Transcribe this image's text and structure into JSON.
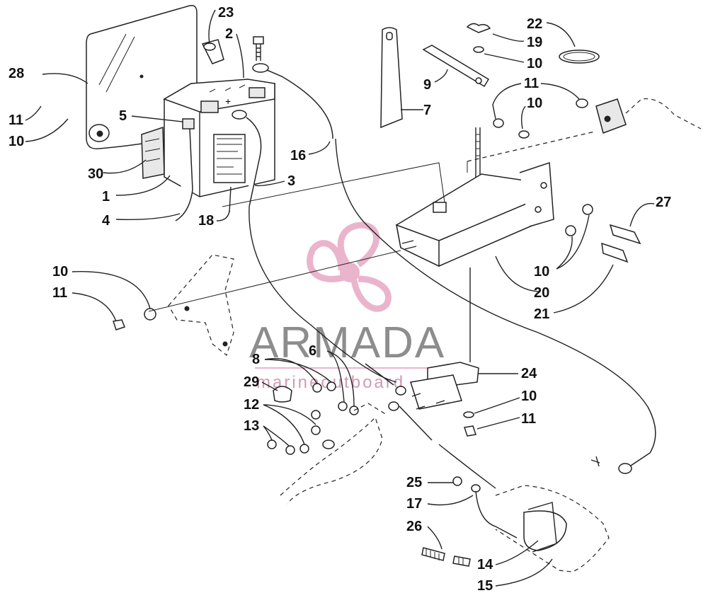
{
  "watermark": {
    "brand": "ARMADA",
    "tagline": "marineoutboard",
    "logo_color": "#e7a9c4",
    "text_color": "#7a7a7a"
  },
  "callouts": {
    "c1": "1",
    "c2": "2",
    "c3": "3",
    "c4": "4",
    "c5": "5",
    "c6": "6",
    "c7": "7",
    "c8": "8",
    "c9": "9",
    "c10": "10",
    "c11": "11",
    "c12": "12",
    "c13": "13",
    "c14": "14",
    "c15": "15",
    "c16": "16",
    "c17": "17",
    "c18": "18",
    "c19": "19",
    "c20": "20",
    "c21": "21",
    "c22": "22",
    "c23": "23",
    "c24": "24",
    "c25": "25",
    "c26": "26",
    "c27": "27",
    "c28": "28",
    "c29": "29",
    "c30": "30"
  }
}
